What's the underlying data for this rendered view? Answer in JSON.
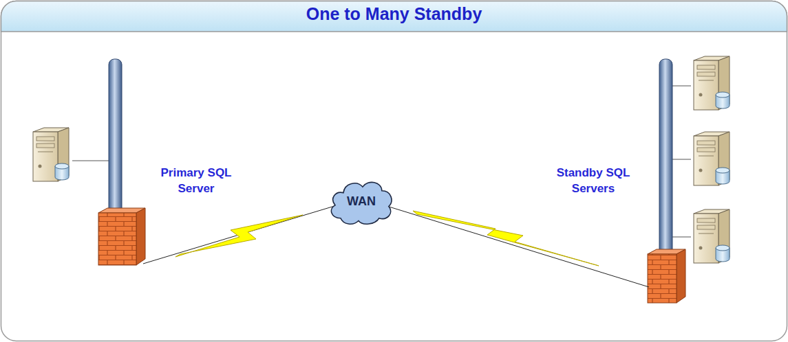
{
  "diagram": {
    "title": "One to Many Standby",
    "nodes": [
      {
        "text": [
          "WAN"
        ]
      }
    ],
    "labels": [
      "Primary SQL Server",
      "Standby SQL Servers"
    ]
  }
}
